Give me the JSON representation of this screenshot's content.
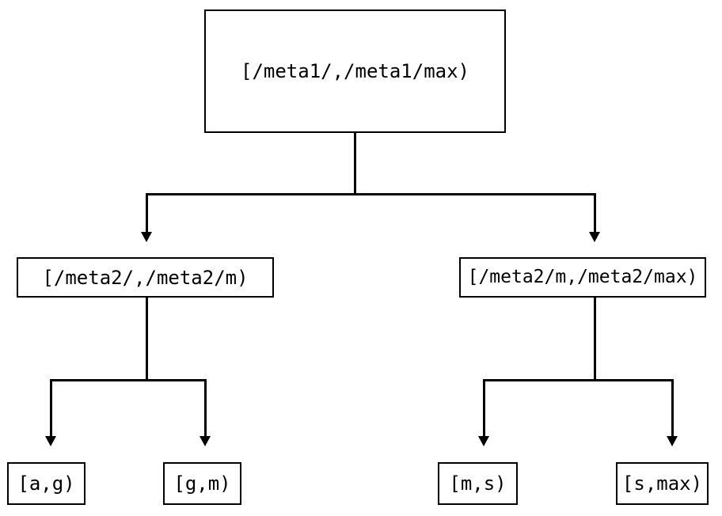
{
  "diagram": {
    "type": "tree",
    "title": "",
    "orientation": "top-down",
    "colors": {
      "background": "#ffffff",
      "border": "#000000",
      "text": "#000000",
      "connector": "#000000"
    },
    "nodes": {
      "root": {
        "label": "[/meta1/,/meta1/max)",
        "level": 0
      },
      "meta2_low": {
        "label": "[/meta2/,/meta2/m)",
        "level": 1
      },
      "meta2_high": {
        "label": "[/meta2/m,/meta2/max)",
        "level": 1
      },
      "leaf_ag": {
        "label": "[a,g)",
        "level": 2
      },
      "leaf_gm": {
        "label": "[g,m)",
        "level": 2
      },
      "leaf_ms": {
        "label": "[m,s)",
        "level": 2
      },
      "leaf_smax": {
        "label": "[s,max)",
        "level": 2
      }
    },
    "edges": [
      {
        "from": "root",
        "to": "meta2_low",
        "arrow": "down"
      },
      {
        "from": "root",
        "to": "meta2_high",
        "arrow": "down"
      },
      {
        "from": "meta2_low",
        "to": "leaf_ag",
        "arrow": "down"
      },
      {
        "from": "meta2_low",
        "to": "leaf_gm",
        "arrow": "down"
      },
      {
        "from": "meta2_high",
        "to": "leaf_ms",
        "arrow": "down"
      },
      {
        "from": "meta2_high",
        "to": "leaf_smax",
        "arrow": "down"
      }
    ]
  }
}
